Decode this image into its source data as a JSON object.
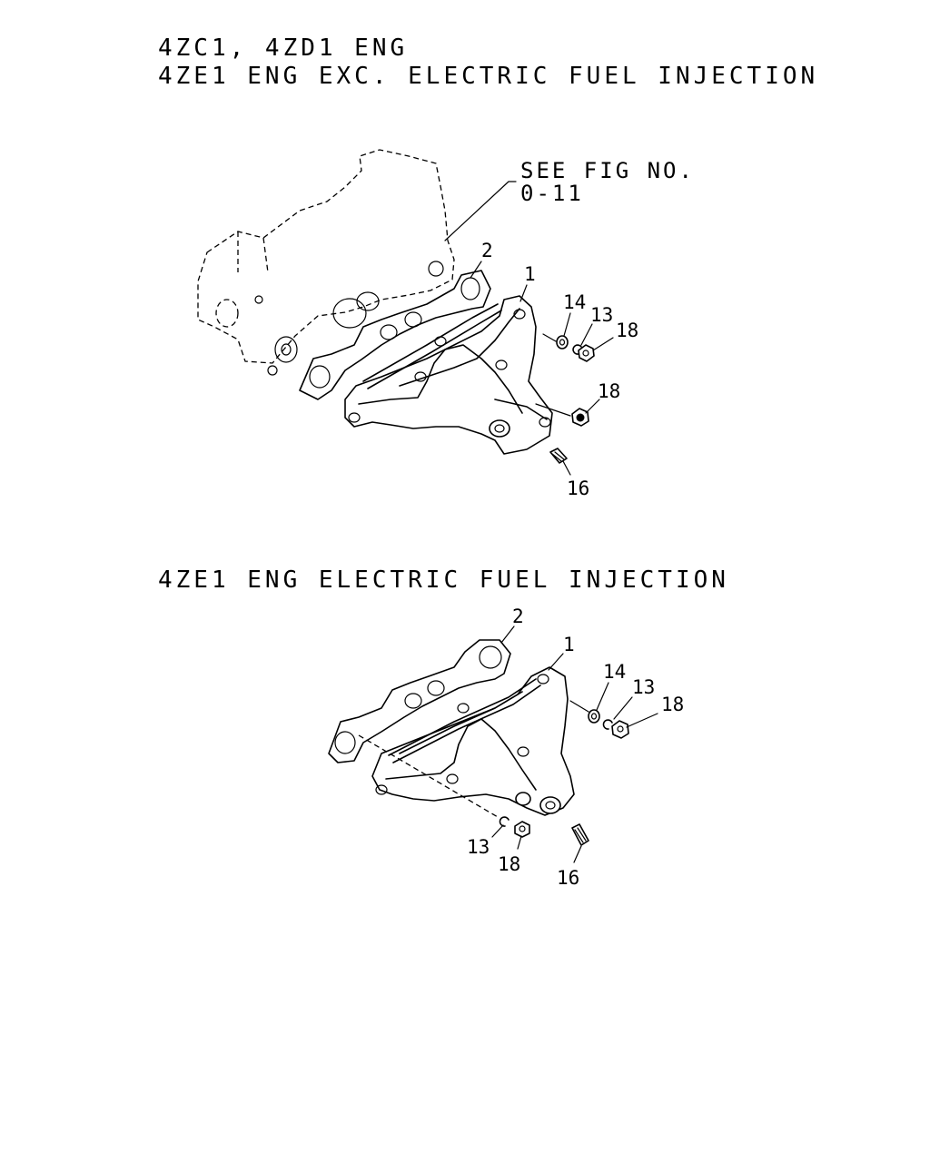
{
  "headings": {
    "line1": "4ZC1, 4ZD1 ENG",
    "line2": "4ZE1 ENG EXC. ELECTRIC FUEL INJECTION",
    "line3": "4ZE1 ENG ELECTRIC FUEL INJECTION"
  },
  "reference": {
    "line1": "SEE FIG NO.",
    "line2": "0-11"
  },
  "top_callouts": {
    "c2": "2",
    "c1": "1",
    "c14": "14",
    "c13": "13",
    "c18a": "18",
    "c18b": "18",
    "c16": "16"
  },
  "bottom_callouts": {
    "c2": "2",
    "c1": "1",
    "c14": "14",
    "c13a": "13",
    "c18a": "18",
    "c13b": "13",
    "c18b": "18",
    "c16": "16"
  }
}
